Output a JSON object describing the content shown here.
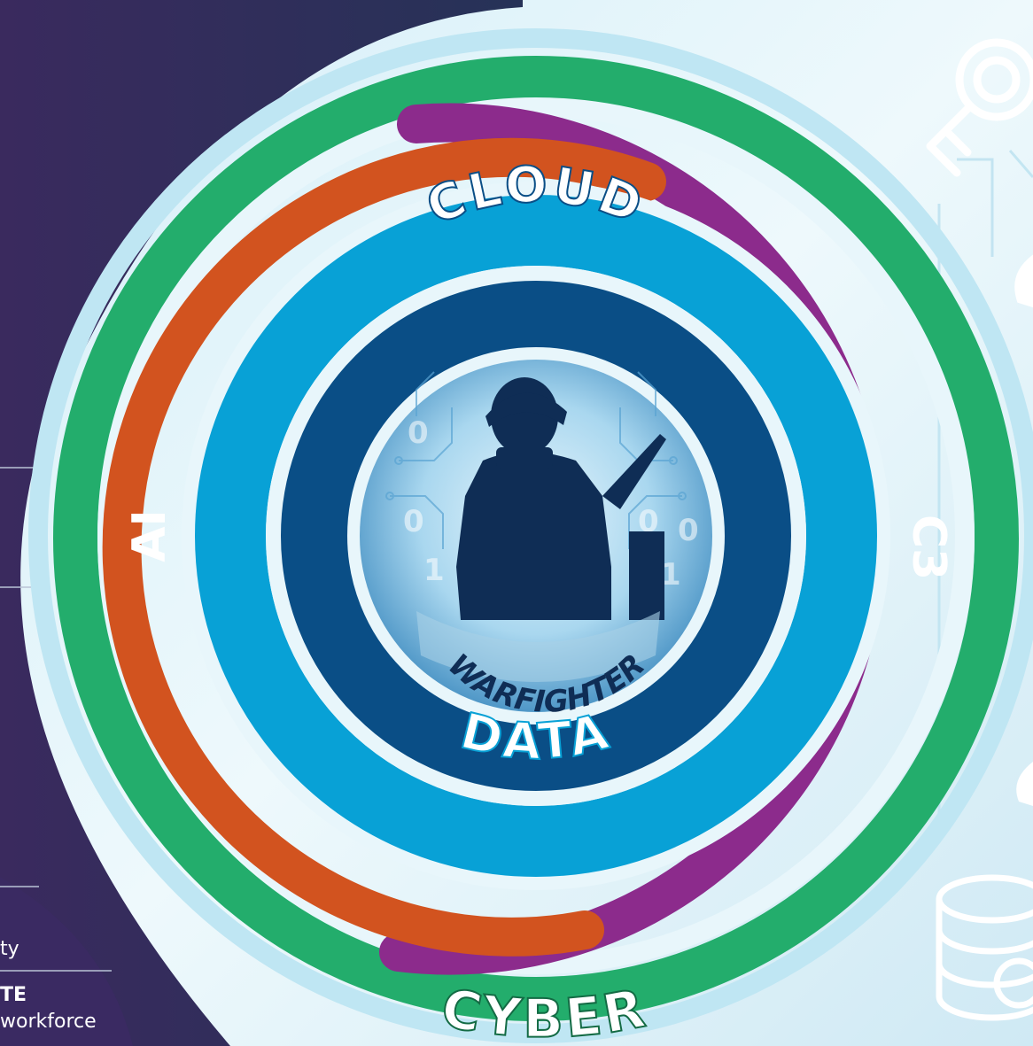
{
  "rings": {
    "outer_label": "CYBER",
    "middle_left_label": "AI",
    "middle_right_label": "C3",
    "inner_top_label": "CLOUD",
    "inner_bottom_label": "DATA",
    "center_label": "WARFIGHTER"
  },
  "left_panel": {
    "line1": "ty",
    "line2": "TE",
    "line3": "workforce"
  },
  "colors": {
    "navy_band": "#2a3150",
    "green_ring": "#23ad6c",
    "orange_ring": "#d2531f",
    "purple_ring": "#8c2b8c",
    "cloud_ring": "#08a1d6",
    "data_ring": "#0a4e86",
    "white_gap": "#e8f6fb"
  },
  "icons": [
    "key-icon",
    "database-icon",
    "soldier-silhouette-icon",
    "circuit-pattern-icon"
  ]
}
